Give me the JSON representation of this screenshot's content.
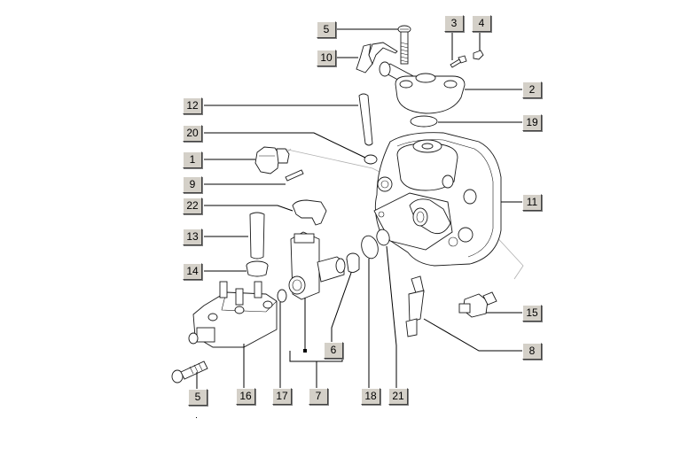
{
  "diagram": {
    "type": "exploded-parts-diagram",
    "callouts": [
      {
        "id": "c5a",
        "label": "5"
      },
      {
        "id": "c3",
        "label": "3"
      },
      {
        "id": "c4",
        "label": "4"
      },
      {
        "id": "c10",
        "label": "10"
      },
      {
        "id": "c2",
        "label": "2"
      },
      {
        "id": "c12",
        "label": "12"
      },
      {
        "id": "c19",
        "label": "19"
      },
      {
        "id": "c20",
        "label": "20"
      },
      {
        "id": "c1",
        "label": "1"
      },
      {
        "id": "c9",
        "label": "9"
      },
      {
        "id": "c11",
        "label": "11"
      },
      {
        "id": "c22",
        "label": "22"
      },
      {
        "id": "c13",
        "label": "13"
      },
      {
        "id": "c14",
        "label": "14"
      },
      {
        "id": "c15",
        "label": "15"
      },
      {
        "id": "c6",
        "label": "6"
      },
      {
        "id": "c8",
        "label": "8"
      },
      {
        "id": "c5b",
        "label": "5"
      },
      {
        "id": "c16",
        "label": "16"
      },
      {
        "id": "c17",
        "label": "17"
      },
      {
        "id": "c7",
        "label": "7"
      },
      {
        "id": "c18",
        "label": "18"
      },
      {
        "id": "c21",
        "label": "21"
      }
    ],
    "colors": {
      "label_bg": "#d4d0c8",
      "line": "#000000",
      "axis": "#b0b0b0"
    }
  }
}
